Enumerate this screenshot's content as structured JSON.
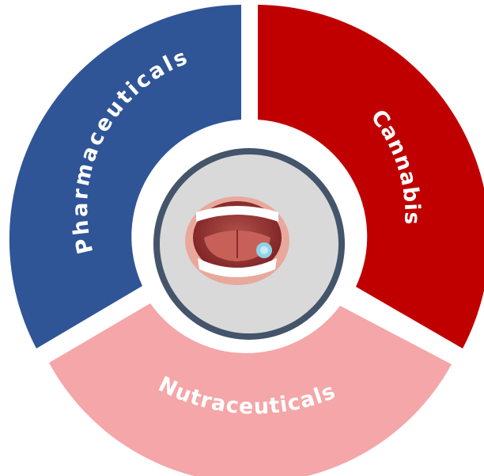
{
  "segments": [
    {
      "key": "pharma",
      "label": "Pharmaceuticals",
      "color": "#2f5597"
    },
    {
      "key": "cannabis",
      "label": "Cannabis",
      "color": "#c00000"
    },
    {
      "key": "nutra",
      "label": "Nutraceuticals",
      "color": "#f4a6a8"
    }
  ],
  "center": {
    "ring_color": "#44546a",
    "disc_color": "#d9d9d9",
    "icon": "open-mouth-with-sublingual-tablet-icon"
  }
}
